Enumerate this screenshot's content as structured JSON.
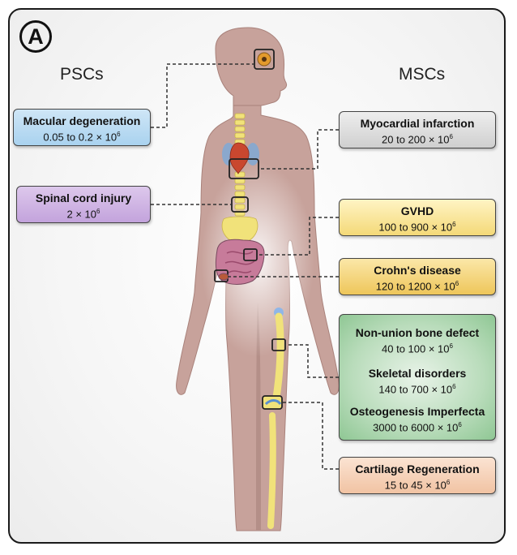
{
  "panel_label": "A",
  "columns": {
    "left": "PSCs",
    "right": "MSCs"
  },
  "boxes": {
    "macular": {
      "title": "Macular degeneration",
      "value": "0.05 to 0.2 × 10",
      "exp": "6"
    },
    "spinal": {
      "title": "Spinal cord injury",
      "value": "2 × 10",
      "exp": "6"
    },
    "myocardial": {
      "title": "Myocardial infarction",
      "value": "20 to 200 × 10",
      "exp": "6"
    },
    "gvhd": {
      "title": "GVHD",
      "value": "100 to 900 × 10",
      "exp": "6"
    },
    "crohns": {
      "title": "Crohn's disease",
      "value": "120 to 1200 × 10",
      "exp": "6"
    },
    "nonunion": {
      "title": "Non-union bone defect",
      "value": "40 to 100 × 10",
      "exp": "6"
    },
    "skeletal": {
      "title": "Skeletal disorders",
      "value": "140 to 700 × 10",
      "exp": "6"
    },
    "osteo": {
      "title": "Osteogenesis Imperfecta",
      "value": "3000 to 6000 × 10",
      "exp": "6"
    },
    "cartilage": {
      "title": "Cartilage Regeneration",
      "value": "15 to 45 × 10",
      "exp": "6"
    }
  },
  "colors": {
    "skin": "#c7a29b",
    "skin_shadow": "#a9827b",
    "bone": "#f1e27a",
    "frame": "#1a1a1a"
  }
}
